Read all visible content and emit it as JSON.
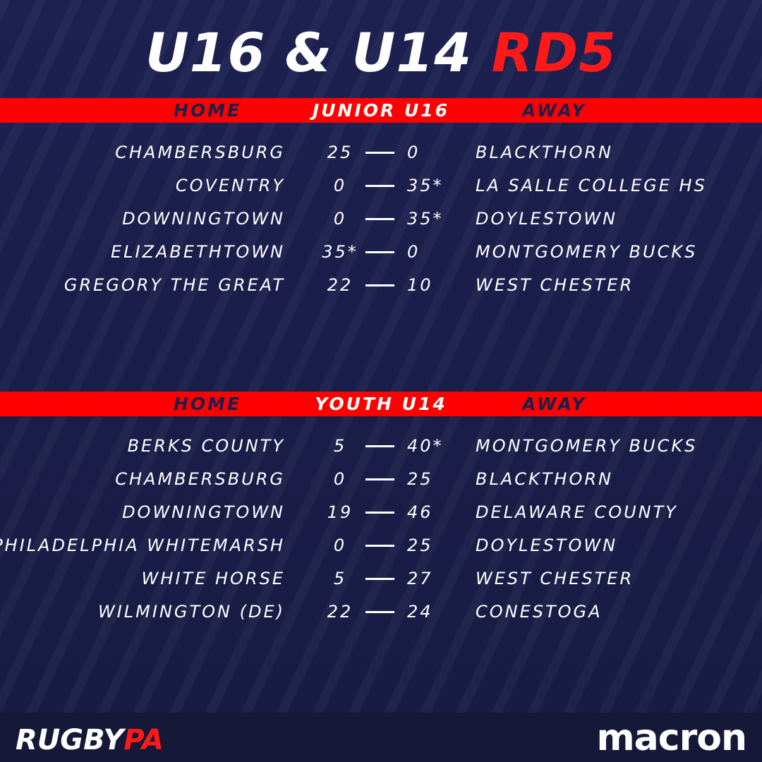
{
  "header": {
    "title_main": "U16 & U14",
    "title_accent": "RD5"
  },
  "sections": [
    {
      "home_label": "HOME",
      "division": "JUNIOR U16",
      "away_label": "AWAY",
      "matches": [
        {
          "home": "CHAMBERSBURG",
          "home_score": "25",
          "away_score": "0",
          "away": "BLACKTHORN"
        },
        {
          "home": "COVENTRY",
          "home_score": "0",
          "away_score": "35*",
          "away": "LA SALLE COLLEGE HS"
        },
        {
          "home": "DOWNINGTOWN",
          "home_score": "0",
          "away_score": "35*",
          "away": "DOYLESTOWN"
        },
        {
          "home": "ELIZABETHTOWN",
          "home_score": "35*",
          "away_score": "0",
          "away": "MONTGOMERY BUCKS"
        },
        {
          "home": "GREGORY THE GREAT",
          "home_score": "22",
          "away_score": "10",
          "away": "WEST CHESTER"
        }
      ]
    },
    {
      "home_label": "HOME",
      "division": "YOUTH U14",
      "away_label": "AWAY",
      "matches": [
        {
          "home": "BERKS COUNTY",
          "home_score": "5",
          "away_score": "40*",
          "away": "MONTGOMERY BUCKS"
        },
        {
          "home": "CHAMBERSBURG",
          "home_score": "0",
          "away_score": "25",
          "away": "BLACKTHORN"
        },
        {
          "home": "DOWNINGTOWN",
          "home_score": "19",
          "away_score": "46",
          "away": "DELAWARE COUNTY"
        },
        {
          "home": "PHILADELPHIA WHITEMARSH",
          "home_score": "0",
          "away_score": "25",
          "away": "DOYLESTOWN"
        },
        {
          "home": "WHITE HORSE",
          "home_score": "5",
          "away_score": "27",
          "away": "WEST CHESTER"
        },
        {
          "home": "WILMINGTON (DE)",
          "home_score": "22",
          "away_score": "24",
          "away": "CONESTOGA"
        }
      ]
    }
  ],
  "footer": {
    "logo_left_main": "RUGBY",
    "logo_left_accent": "PA",
    "logo_right": "macron"
  },
  "colors": {
    "background": "#1b1f4a",
    "accent_red": "#ff0000",
    "text": "#ffffff"
  }
}
